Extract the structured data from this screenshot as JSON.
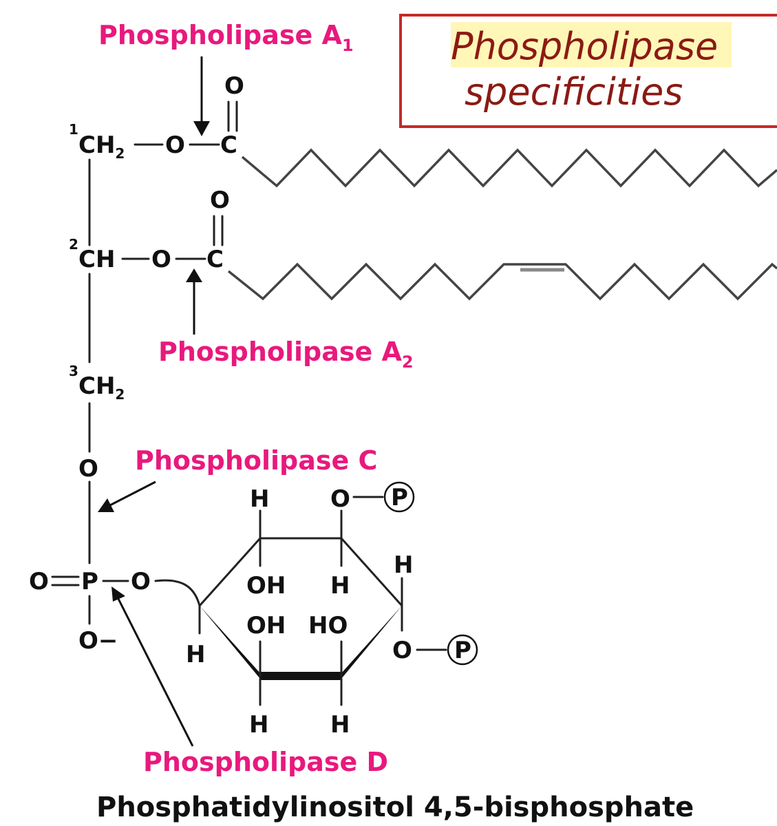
{
  "title_box": {
    "line1": "Phospholipase",
    "line2": "specificities"
  },
  "enzymes": {
    "a1": {
      "label": "Phospholipase A",
      "subscript": "1"
    },
    "a2": {
      "label": "Phospholipase A",
      "subscript": "2"
    },
    "c": {
      "label": "Phospholipase C"
    },
    "d": {
      "label": "Phospholipase D"
    }
  },
  "glycerol": {
    "c1": {
      "number": "1",
      "group": "CH",
      "subscript": "2"
    },
    "c2": {
      "number": "2",
      "group": "CH"
    },
    "c3": {
      "number": "3",
      "group": "CH",
      "subscript": "2"
    }
  },
  "atoms": {
    "oxygen": "O",
    "carbon": "C",
    "phosphorus": "P",
    "hydrogen": "H",
    "hydroxyl": "OH",
    "hydroxyl_rev": "HO",
    "oxide_anion": "O−",
    "phosphate_symbol": "P"
  },
  "caption": "Phosphatidylinositol 4,5-bisphosphate",
  "colors": {
    "enzyme_label": "#e8197d",
    "title_text": "#8b1a14",
    "title_border": "#c4292a",
    "title_highlight": "#fff7b8"
  }
}
